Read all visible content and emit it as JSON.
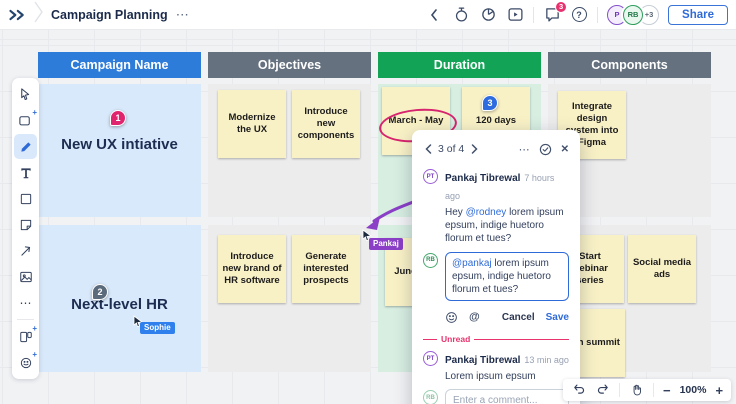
{
  "topbar": {
    "title": "Campaign Planning",
    "share": "Share",
    "notification_count": "3",
    "avatars": [
      {
        "initials": "P"
      },
      {
        "initials": "RB"
      },
      {
        "initials": "+3"
      }
    ]
  },
  "icons": {
    "more": "⋯",
    "help": "?",
    "at": "@",
    "minus": "−",
    "plus": "+",
    "close": "✕"
  },
  "table": {
    "columns": [
      {
        "label": "Campaign Name",
        "color": "#2e7cd9",
        "cell_color": "#d8e9fb"
      },
      {
        "label": "Objectives",
        "color": "#65717f",
        "cell_color": "#ececec"
      },
      {
        "label": "Duration",
        "color": "#12a356",
        "cell_color": "#d7eee1"
      },
      {
        "label": "Components",
        "color": "#65717f",
        "cell_color": "#ececec"
      }
    ],
    "rows": [
      {
        "name": "New UX intiative",
        "pin": "1",
        "pin_color": "#e0246e"
      },
      {
        "name": "Next-level HR",
        "pin": "2",
        "pin_color": "#5b6b7c"
      }
    ]
  },
  "stickies": [
    {
      "text": "Modernize the UX"
    },
    {
      "text": "Introduce new components"
    },
    {
      "text": "March - May"
    },
    {
      "text": "120 days"
    },
    {
      "text": "Integrate design system into Figma"
    },
    {
      "text": "Introduce new brand of HR software"
    },
    {
      "text": "Generate interested prospects"
    },
    {
      "text": "June - July"
    },
    {
      "text": "Start webinar series"
    },
    {
      "text": "Social media ads"
    },
    {
      "text": "Tech summit"
    }
  ],
  "board": {
    "sticky_color": "#f9f1c6",
    "duration_pin": "3",
    "duration_pin_color": "#2d6bdf",
    "annotation_color": "#d6246e",
    "arrow_color": "#8a3fc6"
  },
  "cursors": [
    {
      "label": "Sophie",
      "color": "#2f80ed"
    },
    {
      "label": "Pankaj",
      "color": "#8a3fc6"
    }
  ],
  "comment_popup": {
    "pagination": "3 of 4",
    "comments": [
      {
        "initials": "PT",
        "name": "Pankaj Tibrewal",
        "time": "7 hours ago",
        "prefix": "Hey ",
        "mention": "@rodney",
        "rest": " lorem ipsum epsum, indige huetoro florum et tues?"
      },
      {
        "initials": "PT",
        "name": "Pankaj Tibrewal",
        "time": "13 min ago",
        "prefix": "",
        "mention": "",
        "rest": "Lorem ipsum epsum"
      }
    ],
    "reply": {
      "initials": "RB",
      "mention": "@pankaj",
      "rest": " lorem ipsum epsum, indige huetoro florum et tues?"
    },
    "cancel": "Cancel",
    "save": "Save",
    "unread": "Unread",
    "placeholder": "Enter a comment..."
  },
  "zoombar": {
    "zoom": "100%"
  }
}
